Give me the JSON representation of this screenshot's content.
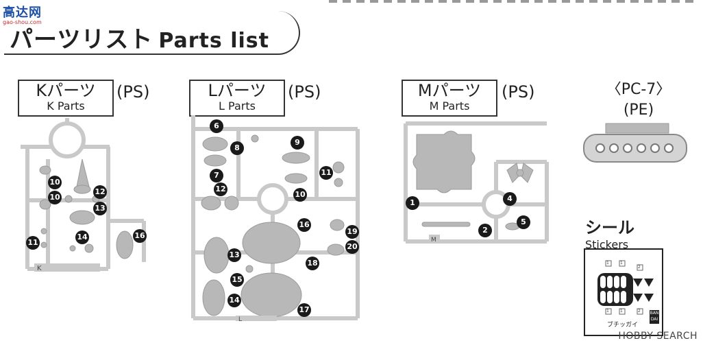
{
  "site": {
    "name_zh": "高达网",
    "url": "gao-shou.com"
  },
  "header": {
    "title_jp": "パーツリスト",
    "title_en": "Parts list"
  },
  "sections": {
    "k": {
      "jp": "Kパーツ",
      "en": "K Parts",
      "material": "(PS)",
      "tag": "K",
      "parts": [
        "10",
        "10",
        "12",
        "13",
        "11",
        "14",
        "16"
      ]
    },
    "l": {
      "jp": "Lパーツ",
      "en": "L Parts",
      "material": "(PS)",
      "tag": "L",
      "parts": [
        "6",
        "8",
        "9",
        "7",
        "11",
        "12",
        "10",
        "16",
        "19",
        "20",
        "13",
        "18",
        "15",
        "14",
        "17"
      ]
    },
    "m": {
      "jp": "Mパーツ",
      "en": "M Parts",
      "material": "(PS)",
      "tag": "M",
      "parts": [
        "1",
        "4",
        "2",
        "5"
      ]
    },
    "pc7": {
      "line1": "〈PC-7〉",
      "line2": "(PE)"
    },
    "stickers": {
      "jp": "シール",
      "en": "Stickers",
      "note": "ブチッガイ",
      "brand_line1": "BAN",
      "brand_line2": "DAI",
      "ids": [
        "1",
        "1",
        "1",
        "1",
        "2",
        "2"
      ]
    }
  },
  "watermark": {
    "text": "HOBBY SEARCH"
  },
  "colors": {
    "runner": "#c9c9c9",
    "runner_dark": "#9a9a9a",
    "part_fill": "#b8b8b8",
    "badge": "#1a1a1a",
    "logo_blue": "#1b4fa8",
    "logo_red": "#c0272d"
  }
}
